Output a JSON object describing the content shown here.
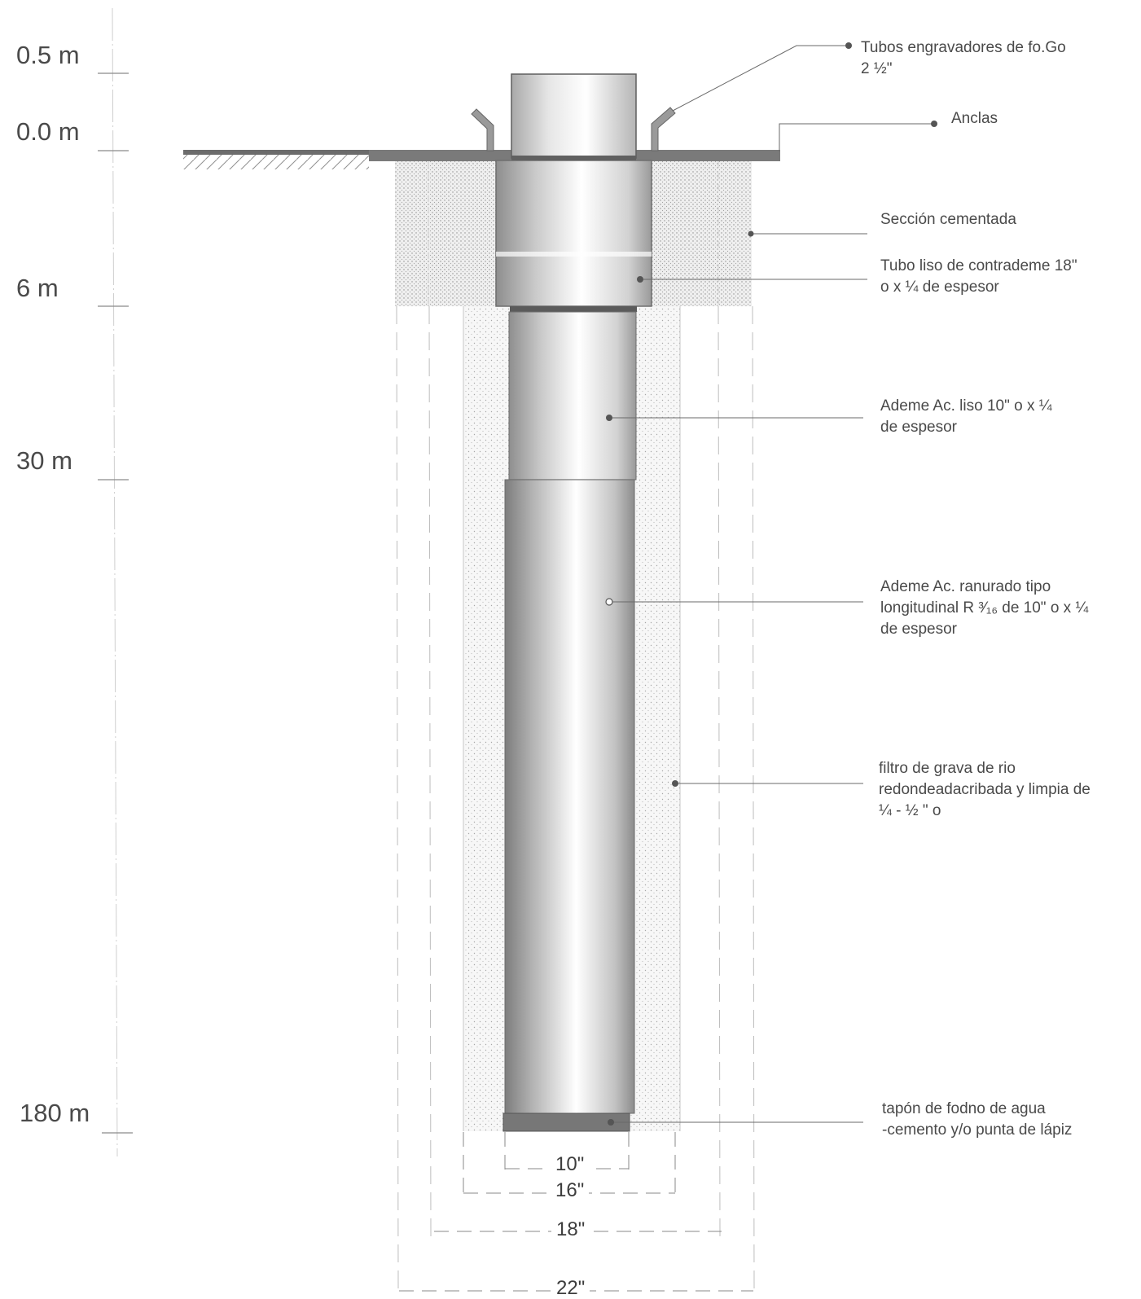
{
  "depth_scale": {
    "labels": [
      "0.5 m",
      "0.0 m",
      "6 m",
      "30 m",
      "180 m"
    ]
  },
  "callouts": {
    "tubos_engravadores": [
      "Tubos engravadores de fo.Go",
      "2 ½\""
    ],
    "anclas": [
      "Anclas"
    ],
    "seccion_cementada": [
      "Sección cementada"
    ],
    "tubo_liso_contrademe": [
      "Tubo liso de contrademe  18\"",
      "o x ¼  de espesor"
    ],
    "ademe_liso": [
      "Ademe Ac. liso  10\" o x ¼",
      "de espesor"
    ],
    "ademe_ranurado": [
      "Ademe Ac. ranurado tipo",
      "longitudinal R ³⁄₁₆ de  10\" o x ¼",
      "de espesor"
    ],
    "filtro_grava": [
      "filtro de grava de rio",
      "redondeadacribada y limpia de",
      "¼ - ½ \" o"
    ],
    "tapon_fondo": [
      "tapón de fodno de agua",
      "-cemento  y/o punta de lápiz"
    ]
  },
  "dimensions": {
    "d10": "10\"",
    "d16": "16\"",
    "d18": "18\"",
    "d22": "22\""
  }
}
